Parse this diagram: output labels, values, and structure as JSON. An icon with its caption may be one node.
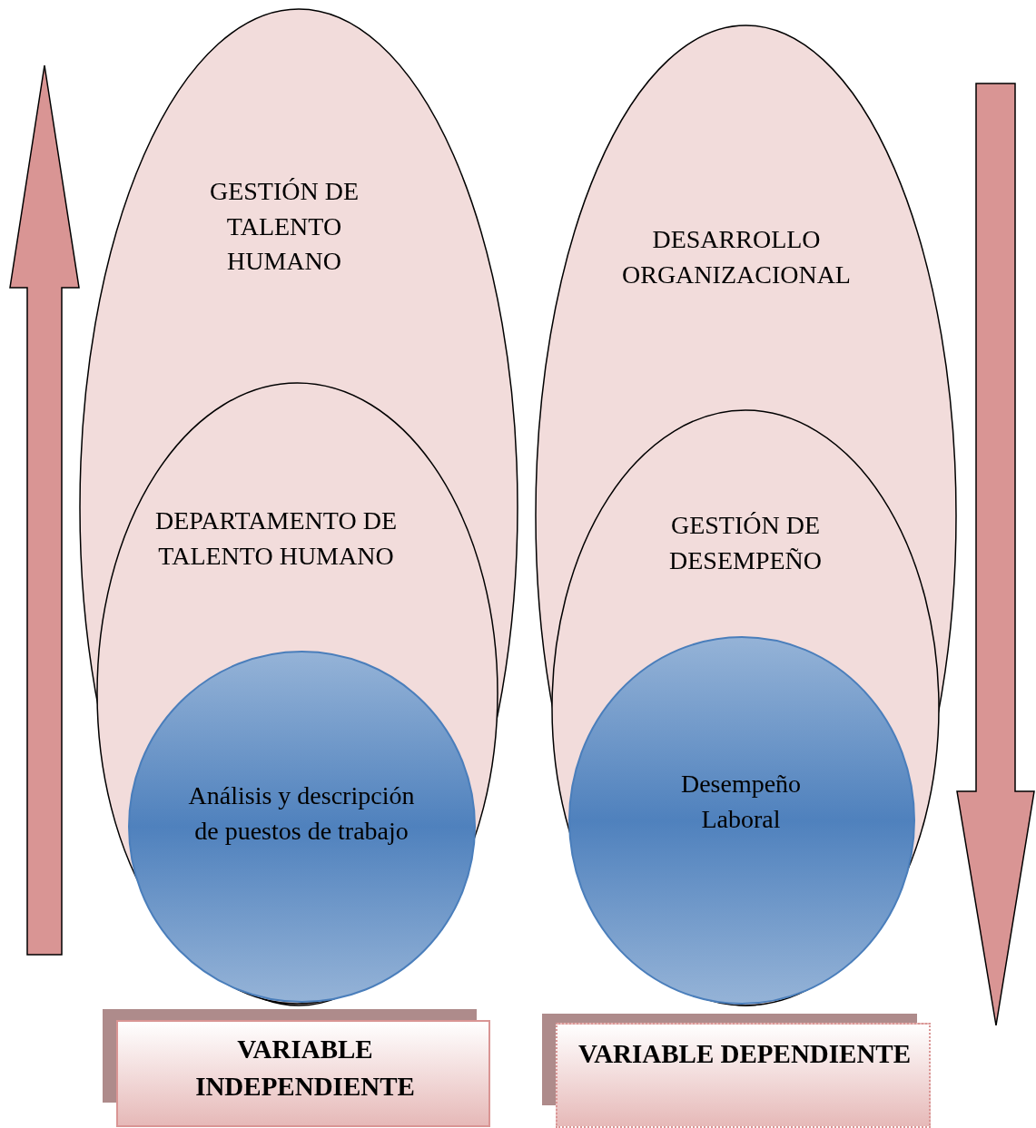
{
  "diagram": {
    "nodes": [
      {
        "text": [
          "GESTIÓN DE TALENTO HUMANO"
        ]
      },
      {
        "text": [
          "DEPARTAMENTO DE TALENTO HUMANO"
        ],
        "in": 0
      },
      {
        "text": [
          "Análisis y descripción de puestos de trabajo"
        ],
        "in": 1
      },
      {
        "text": [
          "VARIABLE INDEPENDIENTE"
        ]
      },
      {
        "text": [
          "DESARROLLO ORGANIZACIONAL"
        ]
      },
      {
        "text": [
          "GESTIÓN DE DESEMPEÑO"
        ],
        "in": 4
      },
      {
        "text": [
          "Desempeño Laboral"
        ],
        "in": 5
      },
      {
        "text": [
          "VARIABLE DEPENDIENTE"
        ]
      }
    ]
  }
}
